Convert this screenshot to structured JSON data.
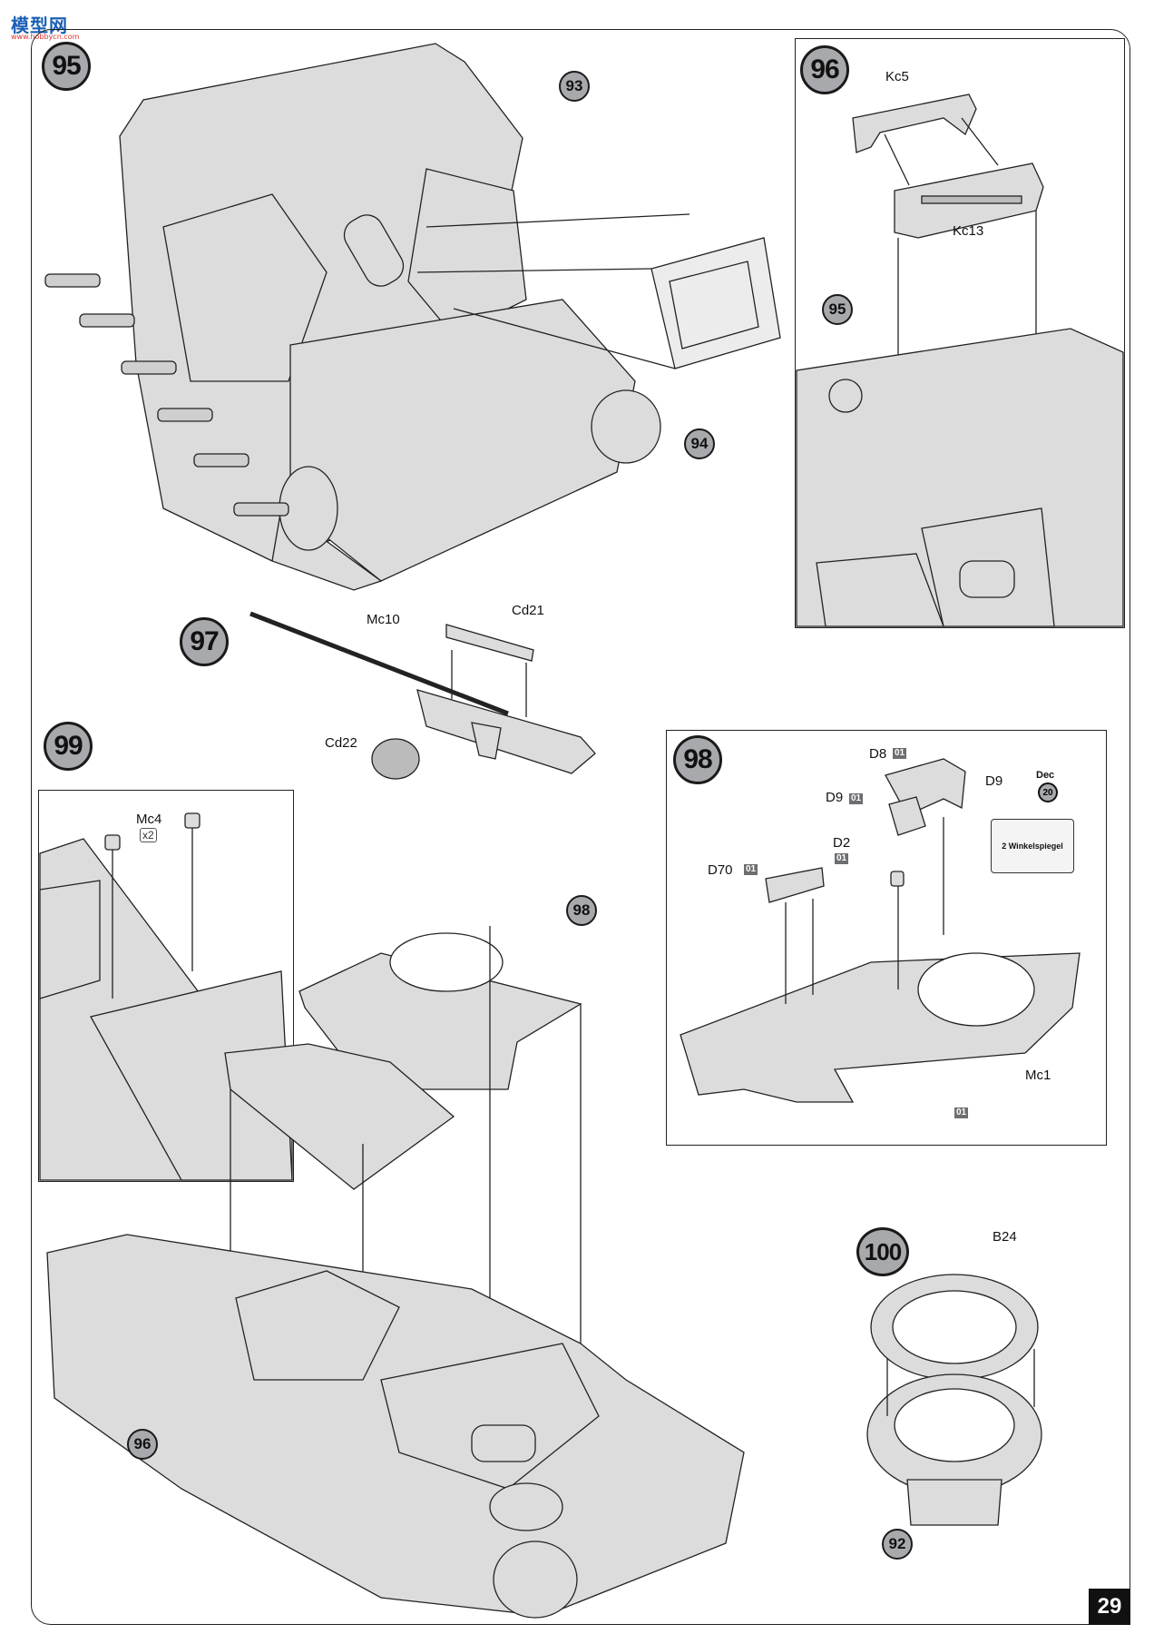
{
  "watermark": {
    "title": "模型网",
    "subtitle": "www.hobbycn.com"
  },
  "page_number": "29",
  "steps": {
    "s95": "95",
    "s96": "96",
    "s97": "97",
    "s98": "98",
    "s99": "99",
    "s100": "100"
  },
  "refs": {
    "r93": "93",
    "r94": "94",
    "r95": "95",
    "r96": "96",
    "r98": "98",
    "r92": "92"
  },
  "parts": {
    "kc5": "Kc5",
    "kc13": "Kc13",
    "mc10": "Mc10",
    "cd21": "Cd21",
    "cd22": "Cd22",
    "mc4": "Mc4",
    "mc4_qty": "x2",
    "d8": "D8",
    "d9a": "D9",
    "d2": "D2",
    "d70": "D70",
    "d9b": "D9",
    "mc1": "Mc1",
    "b24": "B24"
  },
  "sprue_tags": {
    "d8": "01",
    "d9": "01",
    "d2": "01",
    "d70": "01",
    "mc1_area": "01"
  },
  "decal": {
    "label": "Dec",
    "number": "20",
    "text": "2 Winkelspiegel"
  },
  "colors": {
    "step_fill": "#a7a9ac",
    "tag_fill": "#6d6e71",
    "line": "#222222",
    "part_fill": "#dcdcdc"
  }
}
